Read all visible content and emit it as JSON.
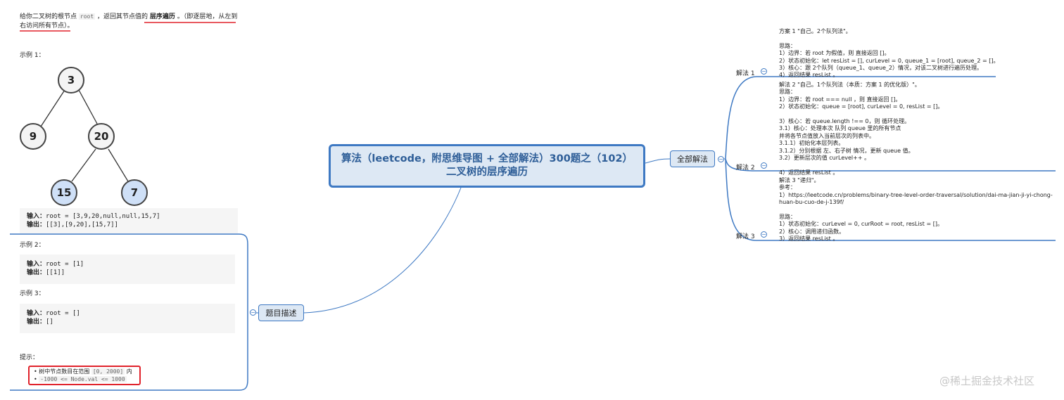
{
  "central": {
    "line1": "算法（leetcode，附思维导图 + 全部解法）300题之（102）",
    "line2": "二叉树的层序遍历"
  },
  "topics": {
    "problem": "题目描述",
    "solutions": "全部解法"
  },
  "problem": {
    "intro_a": "给你二叉树的根节点",
    "intro_code": "root",
    "intro_b": "，返回其节点值的",
    "intro_bold": "层序遍历",
    "intro_c": "。（即逐层地，从左到",
    "intro_d": "右访问所有节点）。",
    "ex1_title": "示例 1：",
    "tree": {
      "root": "3",
      "l": "9",
      "r": "20",
      "rl": "15",
      "rr": "7"
    },
    "ex1_in_label": "输入：",
    "ex1_in": "root = [3,9,20,null,null,15,7]",
    "ex1_out_label": "输出：",
    "ex1_out": "[[3],[9,20],[15,7]]",
    "ex2_title": "示例 2：",
    "ex2_in_label": "输入：",
    "ex2_in": "root = [1]",
    "ex2_out_label": "输出：",
    "ex2_out": "[[1]]",
    "ex3_title": "示例 3：",
    "ex3_in_label": "输入：",
    "ex3_in": "root = []",
    "ex3_out_label": "输出：",
    "ex3_out": "[]",
    "hint_title": "提示：",
    "hint1_a": "树中节点数目在范围",
    "hint1_code": "[0, 2000]",
    "hint1_b": "内",
    "hint2": "-1000 <= Node.val <= 1000"
  },
  "solutions": [
    {
      "label": "解法 1",
      "text": "方案 1 \"自己。2个队列法\"。\n\n思路：\n1）边界：若 root 为假值，则 直接返回 []。\n2）状态初始化：let resList = [], curLevel = 0, queue_1 = [root], queue_2 = []。\n3）核心：跟 2个队列（queue_1、queue_2）情况，对该二叉树进行遍历处理。\n4）返回结果 resList 。"
    },
    {
      "label": "解法 2",
      "text": "解法 2 \"自己。1个队列法（本质：方案 1 的优化版）\"。\n思路：\n1）边界：若 root === null ，则 直接返回 []。\n2）状态初始化：queue = [root], curLevel = 0, resList = []。\n\n3）核心：若 queue.length !== 0，则 循环处理。\n3.1）核心：处理本次 队列 queue 里的所有节点\n并将各节点值放入当前层次的列表中。\n3.1.1）初始化本层列表。\n3.1.2）分别根据 左、右子树 情况，更新 queue 值。\n3.2）更新层次的值 curLevel++ 。\n\n4）返回结果 resList 。"
    },
    {
      "label": "解法 3",
      "text": "解法 3 \"递归\"。\n参考：\n1）https://leetcode.cn/problems/binary-tree-level-order-traversal/solution/dai-ma-jian-ji-yi-chong-\nhuan-bu-cuo-de-j-139f/\n\n思路：\n1）状态初始化：curLevel = 0, curRoot = root, resList = []。\n2）核心：调用递归函数。\n3）返回结果 resList 。"
    }
  ],
  "collapse_symbol": "−",
  "watermark": "@稀土掘金技术社区",
  "colors": {
    "branch": "#3e79c3",
    "topic_fill": "#dde8f4",
    "highlight": "#e0222b",
    "node_blue": "#cfe0f7"
  }
}
